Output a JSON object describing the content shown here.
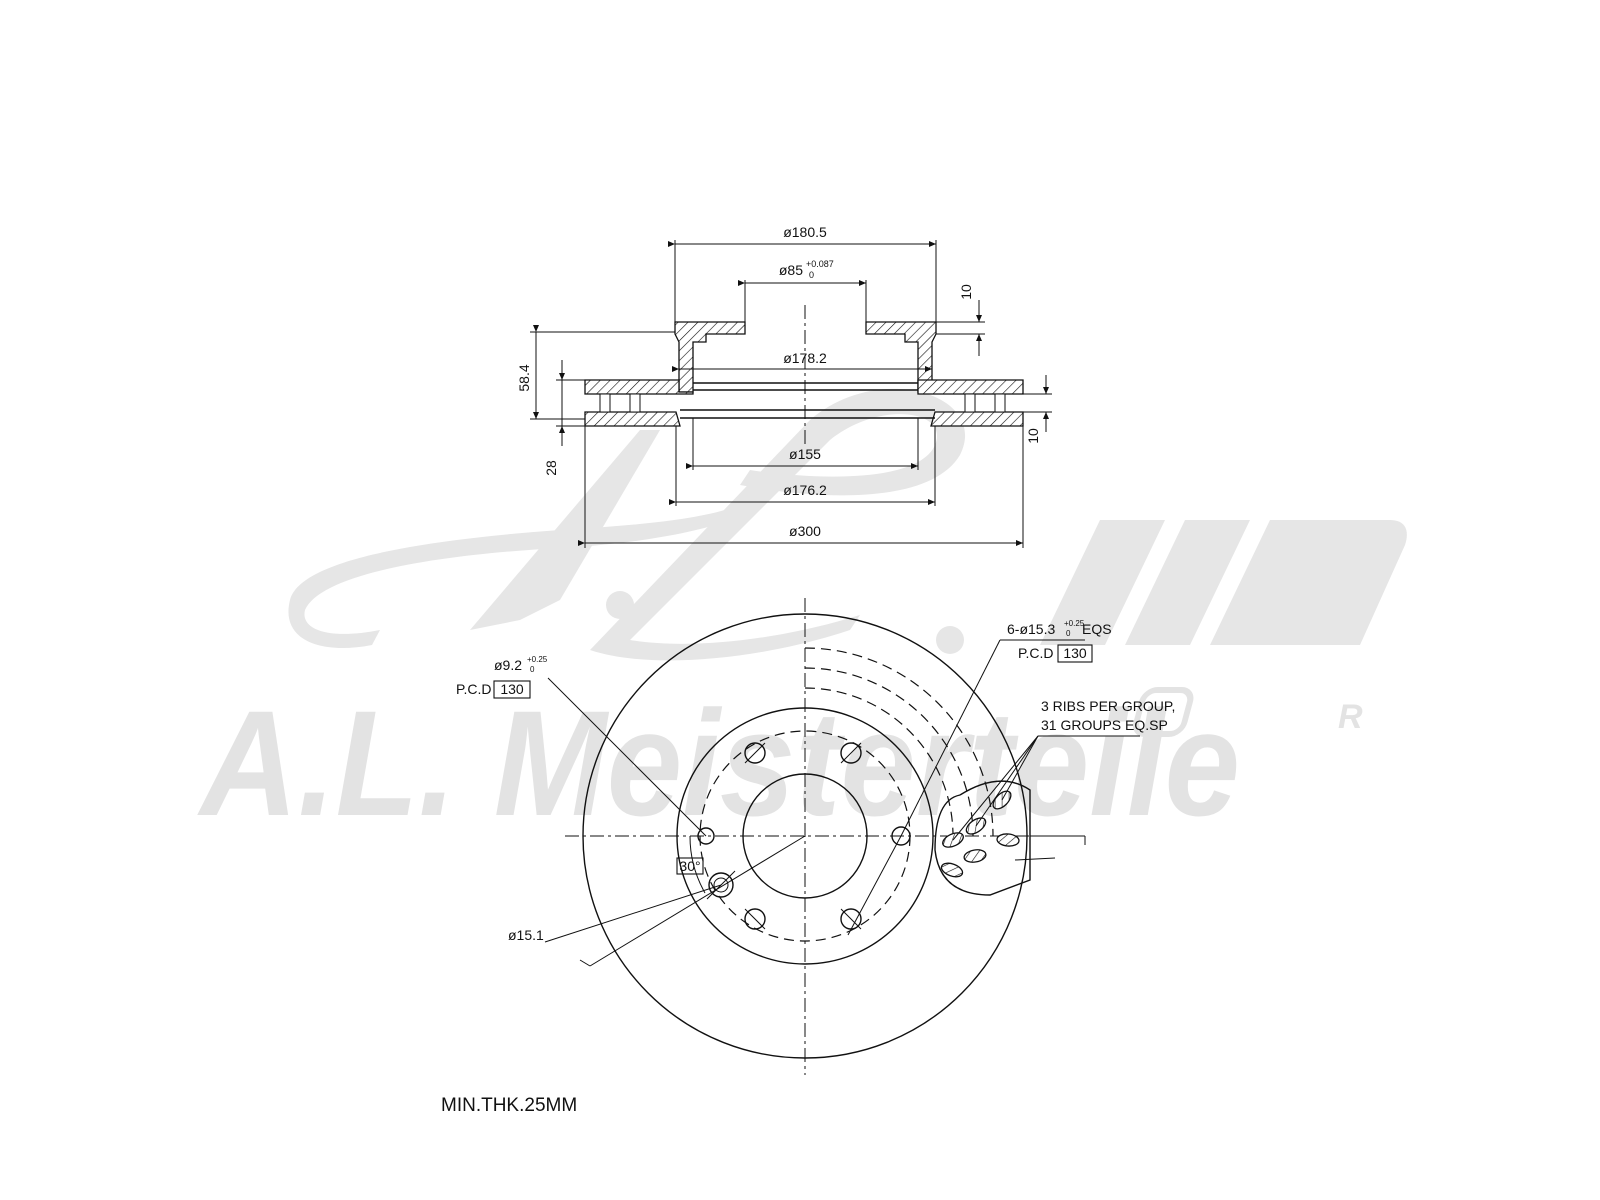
{
  "watermark": {
    "brand": "A.L. Meisterteile",
    "registered_mark": "R"
  },
  "section_view": {
    "dims": {
      "d_outer_hat": "ø180.5",
      "d_center_bore": "ø85",
      "d_center_bore_tol_upper": "+0.087",
      "d_center_bore_tol_lower": "0",
      "d_inner_hat": "ø178.2",
      "d_155": "ø155",
      "d_176_2": "ø176.2",
      "d_300": "ø300",
      "height_total": "58.4",
      "thickness": "28",
      "hat_thickness": "10",
      "friction_thickness": "10"
    }
  },
  "front_view": {
    "bolt_hole_note": {
      "prefix": "6-ø15.3",
      "tol_upper": "+0.25",
      "tol_lower": "0",
      "suffix": "EQS"
    },
    "pcd_right_label": "P.C.D",
    "pcd_right_value": "130",
    "small_hole_note": {
      "prefix": "ø9.2",
      "tol_upper": "+0.25",
      "tol_lower": "0"
    },
    "pcd_left_label": "P.C.D",
    "pcd_left_value": "130",
    "ribs_line1": "3 RIBS PER GROUP,",
    "ribs_line2": "31 GROUPS EQ.SP",
    "angle": "30°",
    "d_15_1": "ø15.1"
  },
  "min_thickness_note": "MIN.THK.25MM"
}
